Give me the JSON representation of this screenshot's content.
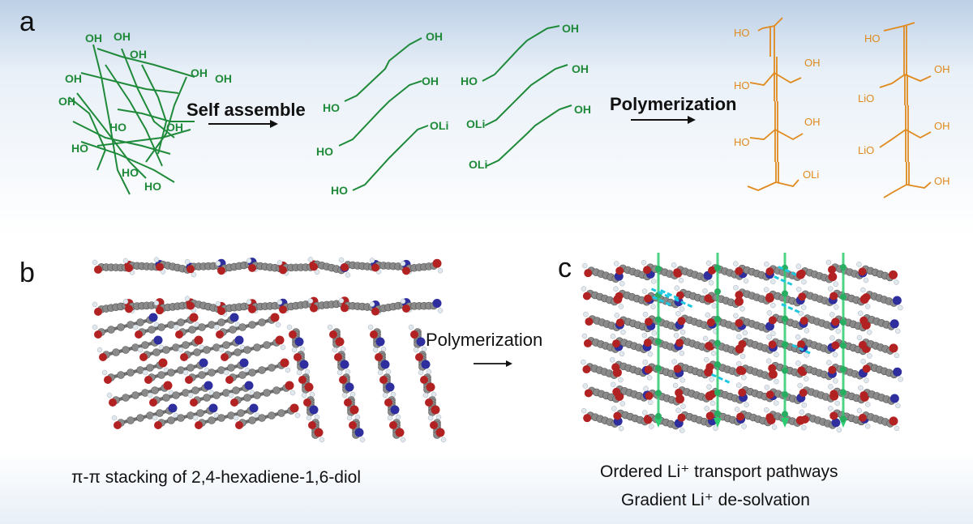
{
  "panels": {
    "a": "a",
    "b": "b",
    "c": "c"
  },
  "labels": {
    "self_assemble": "Self assemble",
    "polymerization_a": "Polymerization",
    "polymerization_b": "Polymerization"
  },
  "groups": {
    "oh": "OH",
    "ho": "HO",
    "oli": "OLi",
    "lio": "LiO"
  },
  "captions": {
    "pi_stacking": "π-π stacking of 2,4-hexadiene-1,6-diol",
    "ordered_pathways": "Ordered Li⁺ transport pathways",
    "gradient_desolvation": "Gradient Li⁺ de-solvation"
  },
  "colors": {
    "monomer": "#1f8a3a",
    "polymer": "#e08a1e",
    "carbon": "#8a8a8a",
    "oxygen": "#b22222",
    "nitrogen": "#2e2e9e",
    "hydrogen": "#dfe9ee",
    "li_path": "#2ecc71",
    "hbond": "#1ec8e0"
  }
}
